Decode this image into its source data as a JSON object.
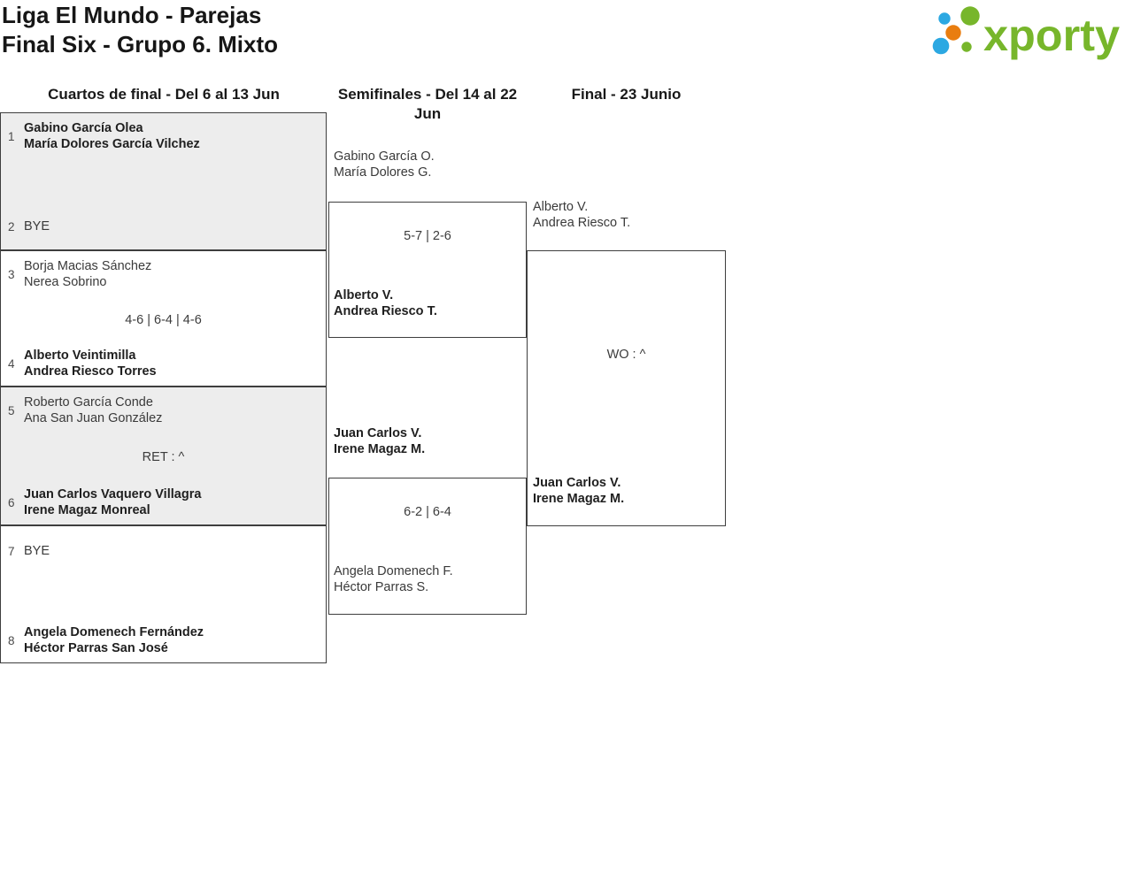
{
  "header": {
    "title_line1": "Liga El Mundo - Parejas",
    "title_line2": "Final Six - Grupo 6. Mixto",
    "logo_text": "xporty"
  },
  "colors": {
    "brand_green": "#77b62b",
    "brand_blue": "#2ca8e2",
    "brand_orange": "#e97d0f"
  },
  "round_headers": {
    "quarterfinals": "Cuartos de final - Del 6 al 13 Jun",
    "semifinals": "Semifinales - Del 14 al 22 Jun",
    "final": "Final - 23 Junio"
  },
  "quarterfinals": [
    {
      "seed1": "1",
      "team1_line1": "Gabino García Olea",
      "team1_line2": "María Dolores García Vilchez",
      "score": "",
      "seed2": "2",
      "team2_line1": "BYE",
      "team2_line2": ""
    },
    {
      "seed1": "3",
      "team1_line1": "Borja Macias Sánchez",
      "team1_line2": "Nerea Sobrino",
      "score": "4-6 | 6-4 | 4-6",
      "seed2": "4",
      "team2_line1": "Alberto Veintimilla",
      "team2_line2": "Andrea Riesco Torres"
    },
    {
      "seed1": "5",
      "team1_line1": "Roberto García Conde",
      "team1_line2": "Ana San Juan González",
      "score": "RET : ^",
      "seed2": "6",
      "team2_line1": "Juan Carlos Vaquero Villagra",
      "team2_line2": "Irene Magaz Monreal"
    },
    {
      "seed1": "7",
      "team1_line1": "BYE",
      "team1_line2": "",
      "score": "",
      "seed2": "8",
      "team2_line1": "Angela Domenech Fernández",
      "team2_line2": "Héctor Parras San José"
    }
  ],
  "semifinals": [
    {
      "team1_line1": "Gabino García O.",
      "team1_line2": "María Dolores G.",
      "score": "5-7 | 2-6",
      "team2_line1": "Alberto V.",
      "team2_line2": "Andrea Riesco T."
    },
    {
      "team1_line1": "Juan Carlos V.",
      "team1_line2": "Irene Magaz M.",
      "score": "6-2 | 6-4",
      "team2_line1": "Angela Domenech F.",
      "team2_line2": "Héctor Parras S."
    }
  ],
  "final": {
    "team1_line1": "Alberto V.",
    "team1_line2": "Andrea Riesco T.",
    "score": "WO : ^",
    "team2_line1": "Juan Carlos V.",
    "team2_line2": "Irene Magaz M."
  }
}
